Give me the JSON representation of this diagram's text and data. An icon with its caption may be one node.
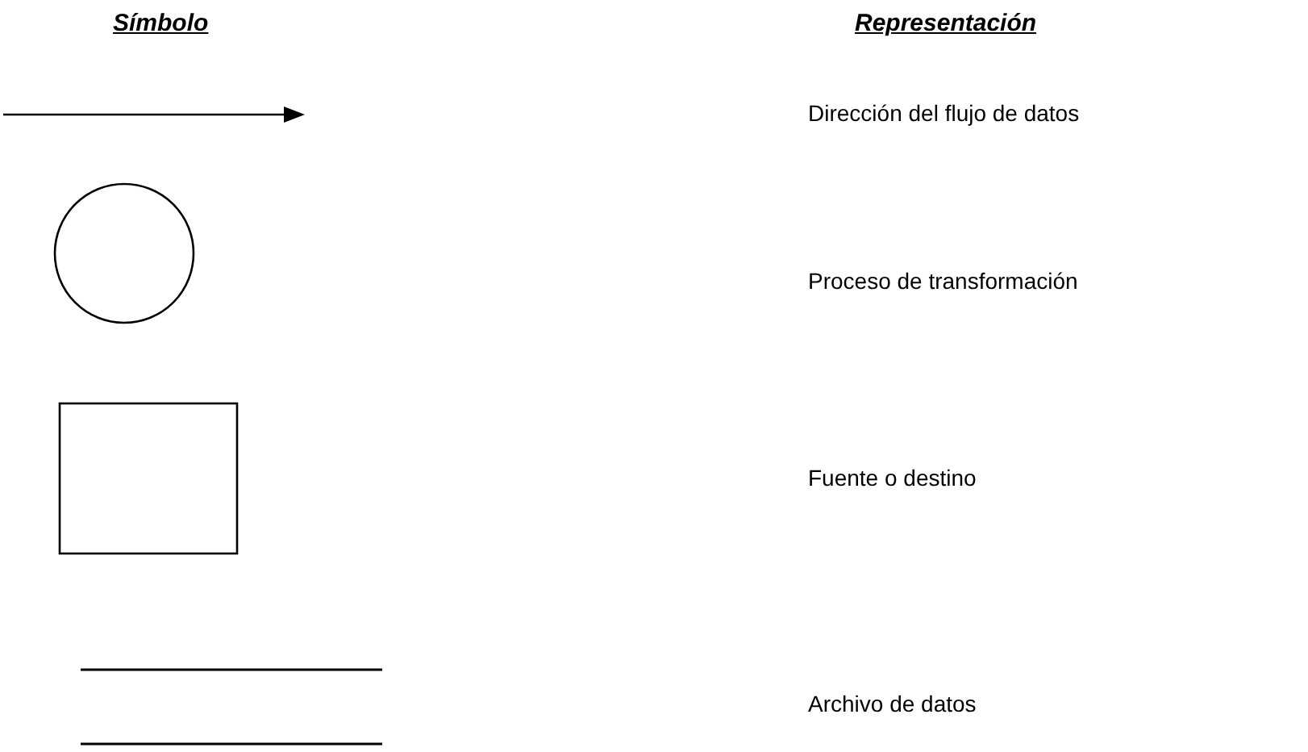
{
  "diagram": {
    "nodes": [
      {
        "text": [],
        "shape": "circle"
      },
      {
        "text": [],
        "shape": "box"
      }
    ],
    "labels": [
      "Símbolo",
      "Representación"
    ],
    "legend": [
      {
        "text": "Dirección del flujo de datos"
      },
      {
        "text": "Proceso de transformación"
      },
      {
        "text": "Fuente o destino"
      },
      {
        "text": "Archivo de datos"
      }
    ]
  }
}
